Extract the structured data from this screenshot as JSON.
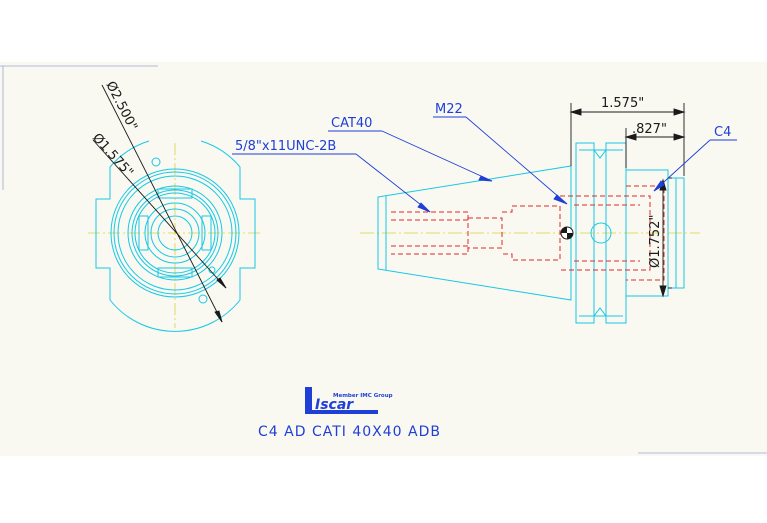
{
  "drawing": {
    "labels": {
      "thread": "5/8\"x11UNC-2B",
      "taper": "CAT40",
      "metric_thread": "M22",
      "collet": "C4"
    },
    "dimensions": {
      "outer_diameter": "Ø2.500\"",
      "inner_diameter": "Ø1.575\"",
      "overall_length": "1.575\"",
      "nose_length": ".827\"",
      "nose_diameter": "Ø1.752\""
    },
    "logo": {
      "wordmark": "Iscar",
      "tagline": "Member IMC Group"
    },
    "title_block": {
      "part_name": "C4 AD CATI 40X40 ADB"
    },
    "colors": {
      "background": "#ffffff",
      "paper": "#f9f9f2",
      "outline": "#17c8e6",
      "hidden": "#e02a2a",
      "leader": "#1f3fd6",
      "centerline": "#d8d23a",
      "dimension": "#2a2a2a"
    }
  }
}
